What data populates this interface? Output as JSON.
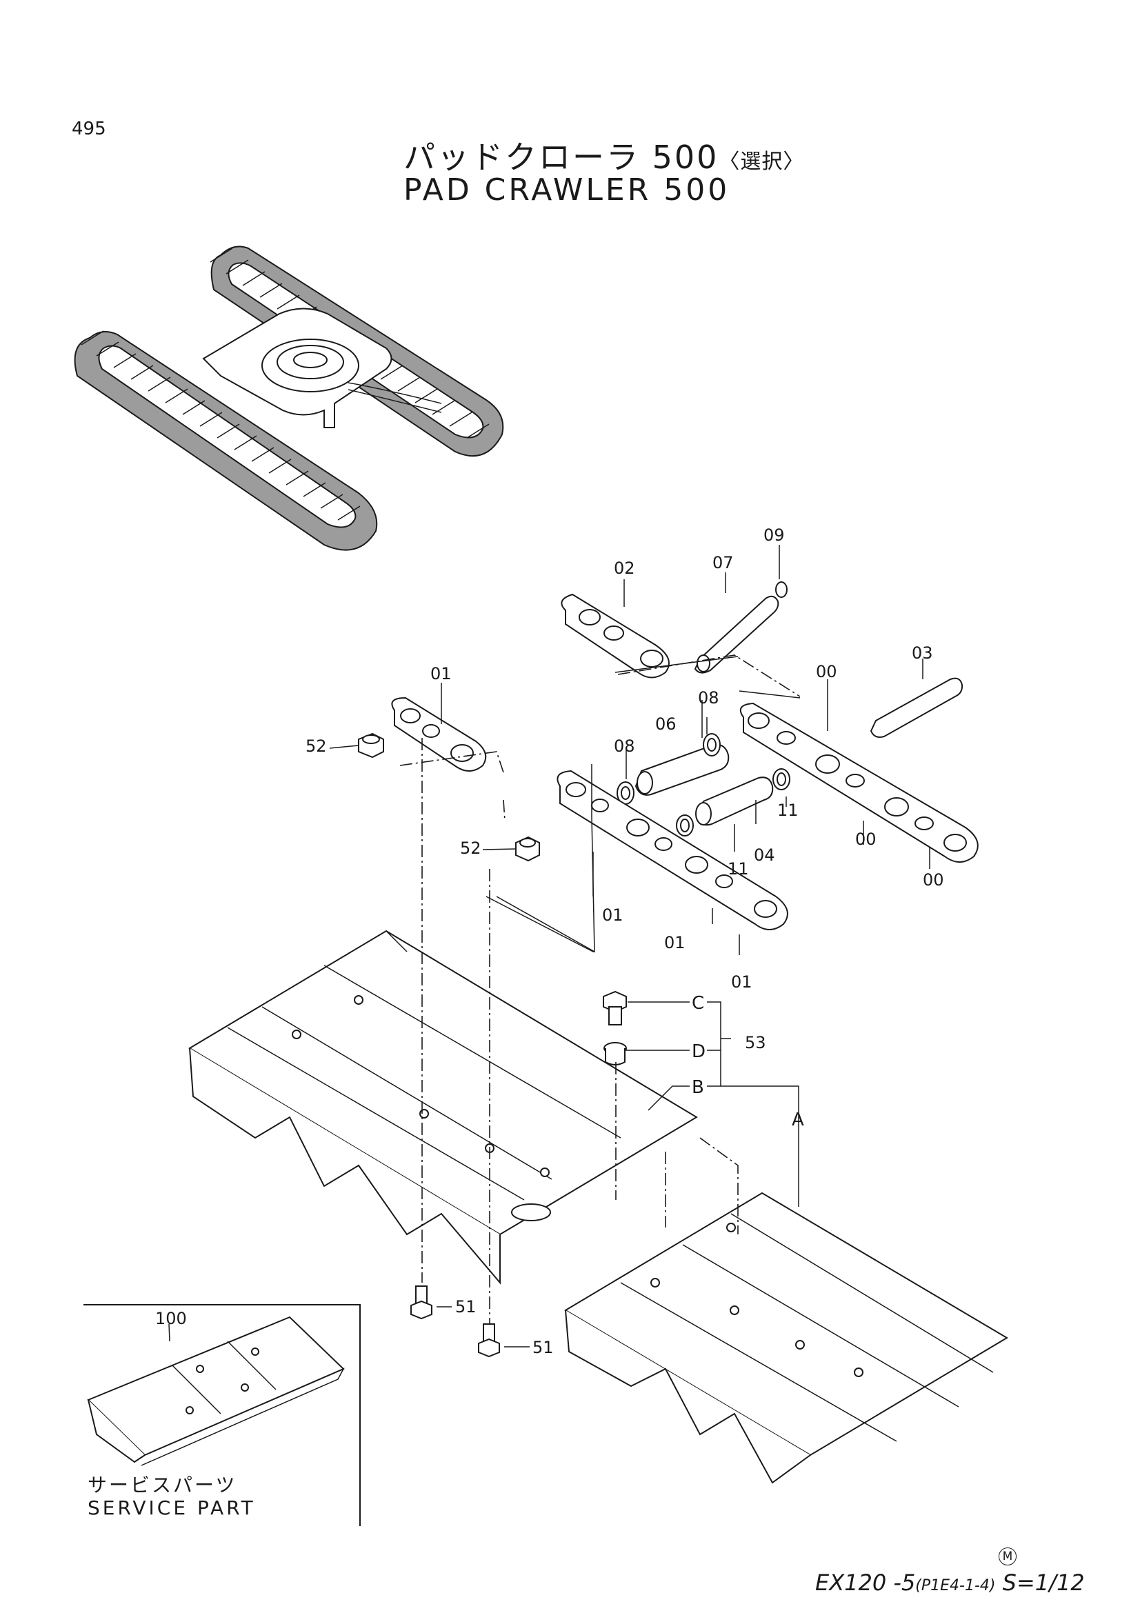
{
  "page_number": "495",
  "title": {
    "jp": "パッドクローラ 500",
    "jp_option": "〈選択〉",
    "en": "PAD  CRAWLER  500"
  },
  "callouts": {
    "c00": "00",
    "c01": "01",
    "c02": "02",
    "c03": "03",
    "c04": "04",
    "c06": "06",
    "c07": "07",
    "c08": "08",
    "c09": "09",
    "c11": "11",
    "c51": "51",
    "c52": "52",
    "c53": "53",
    "c100": "100",
    "A": "A",
    "B": "B",
    "C": "C",
    "D": "D"
  },
  "service_part": {
    "jp": "サービスパーツ",
    "en": "SERVICE  PART"
  },
  "footer": {
    "marker": "M",
    "model": "EX120 -5",
    "code": "(P1E4-1-4)",
    "scale": "S=1/12"
  }
}
